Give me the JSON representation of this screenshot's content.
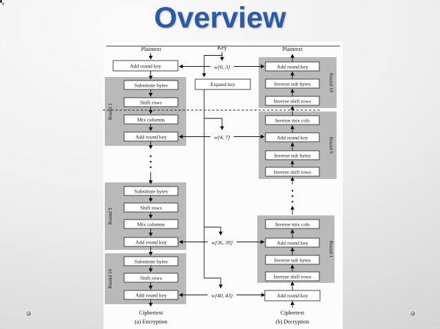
{
  "slide": {
    "title": "Overview",
    "title_color": "#2b5ba6",
    "background_color": "#e8e8e8"
  },
  "diagram": {
    "io": {
      "plaintext_enc": "Plaintext",
      "key": "Key",
      "plaintext_dec": "Plaintext",
      "ciphertext_enc": "Ciphertext",
      "ciphertext_dec": "Ciphertext"
    },
    "key_schedule": {
      "expand_key": "Expand key",
      "w0": "w[0, 3]",
      "w1": "w[4, 7]",
      "w2": "w[36, 39]",
      "w3": "w[40, 43]"
    },
    "encryption": {
      "caption": "(a) Encryption",
      "initial_step": "Add round key",
      "rounds": [
        {
          "label": "Round 1",
          "steps": [
            "Substitute bytes",
            "Shift rows",
            "Mix columns",
            "Add round key"
          ]
        },
        {
          "label": "Round 9",
          "steps": [
            "Substitute bytes",
            "Shift rows",
            "Mix columns",
            "Add round key"
          ]
        },
        {
          "label": "Round 10",
          "steps": [
            "Substitute bytes",
            "Shift rows",
            "Add round key"
          ]
        }
      ]
    },
    "decryption": {
      "caption": "(b) Decryption",
      "final_step": "Add round key",
      "rounds": [
        {
          "label": "Round 10",
          "steps": [
            "Add round key",
            "Inverse sub bytes",
            "Inverse shift rows"
          ]
        },
        {
          "label": "Round 9",
          "steps": [
            "Inverse mix cols",
            "Add round key",
            "Inverse sub bytes",
            "Inverse shift rows"
          ]
        },
        {
          "label": "Round 1",
          "steps": [
            "Inverse mix cols",
            "Add round key",
            "Inverse sub bytes",
            "Inverse shift rows"
          ]
        }
      ]
    }
  }
}
